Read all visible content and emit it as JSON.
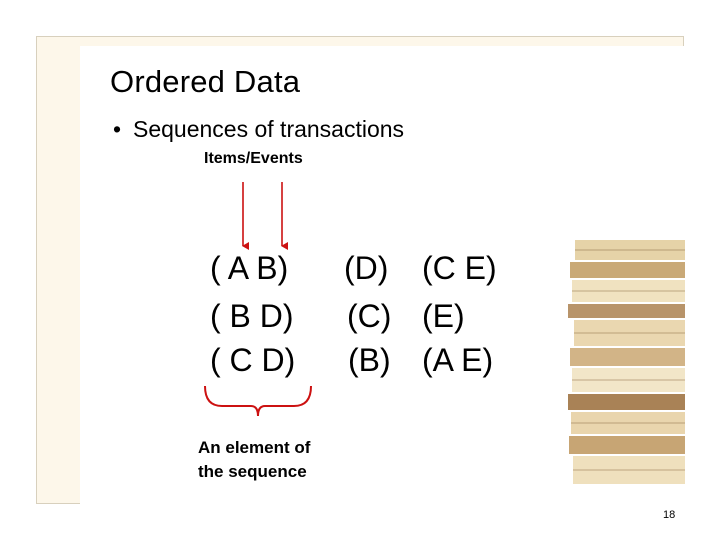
{
  "slide": {
    "title": "Ordered Data",
    "bullet": "Sequences of transactions",
    "items_label": "Items/Events",
    "sequences": [
      [
        "( A B)",
        "(D)",
        "(C E)"
      ],
      [
        "( B D)",
        "(C)",
        "(E)"
      ],
      [
        "( C D)",
        "(B)",
        "(A E)"
      ]
    ],
    "element_label_line1": "An element of",
    "element_label_line2": "the sequence",
    "page_number": "18",
    "accent_color": "#cc1111"
  }
}
